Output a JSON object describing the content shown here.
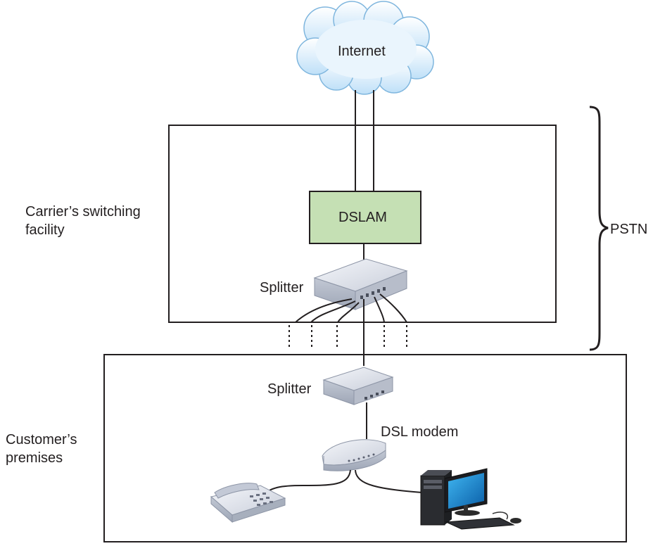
{
  "cloud": {
    "label": "Internet"
  },
  "carrier": {
    "label_line1": "Carrier’s switching",
    "label_line2": "facility"
  },
  "dslam": {
    "label": "DSLAM",
    "fill": "#c5e0b4",
    "stroke": "#231f20"
  },
  "carrier_splitter": {
    "label": "Splitter"
  },
  "pstn": {
    "label": "PSTN"
  },
  "customer": {
    "label_line1": "Customer’s",
    "label_line2": "premises"
  },
  "customer_splitter": {
    "label": "Splitter"
  },
  "modem": {
    "label": "DSL modem"
  },
  "colors": {
    "line": "#231f20",
    "cloud_fill": "#d6ecfb",
    "cloud_stroke": "#7fb6de",
    "device": "#d5d9e2"
  }
}
